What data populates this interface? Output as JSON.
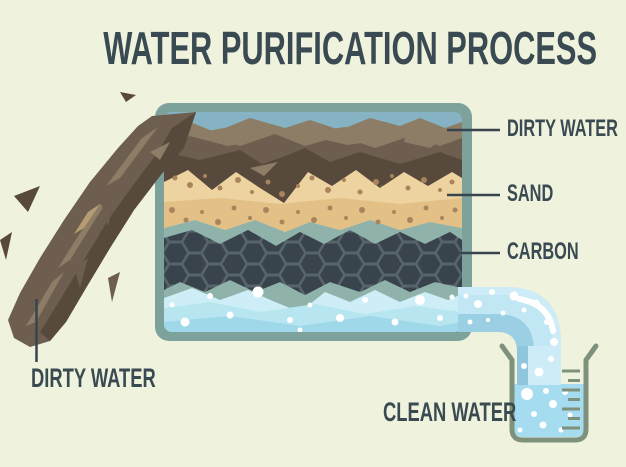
{
  "title": {
    "text": "WATER PURIFICATION PROCESS"
  },
  "diagram": {
    "filter_layers": [
      {
        "label": "DIRTY WATER"
      },
      {
        "label": "SAND"
      },
      {
        "label": "CARBON"
      }
    ],
    "input_label": "DIRTY WATER",
    "output_label": "CLEAN WATER"
  },
  "colors": {
    "background": "#eff2dc",
    "title_text": "#3a4a52",
    "label_text": "#3a4a52",
    "leader_line": "#39454e",
    "box_border": "#7da29b",
    "box_interior": "#8fb3aa",
    "water_top": "#85b3c4",
    "dirty_base": "#6d5e4f",
    "dirty_dark": "#57493c",
    "dirty_light": "#8d7c66",
    "dirty_tan": "#b59c73",
    "sand_light": "#ecd3a0",
    "sand_dark": "#e2c086",
    "sand_dot": "#a9845c",
    "carbon_bg": "#57646b",
    "carbon_hex": "#39434c",
    "clean_water": "#cdeef6",
    "clean_wave": "#b7e5f0",
    "clean_deep": "#9fd8e8",
    "stream_blue": "#c0e7f3",
    "stream_dark": "#9bd0e4",
    "stream_inner": "#cdecf7",
    "stream_band": "#8fc6dc",
    "beaker_outline": "#7e917c",
    "beaker_water": "#a5dcef",
    "bubble": "#ffffff"
  }
}
